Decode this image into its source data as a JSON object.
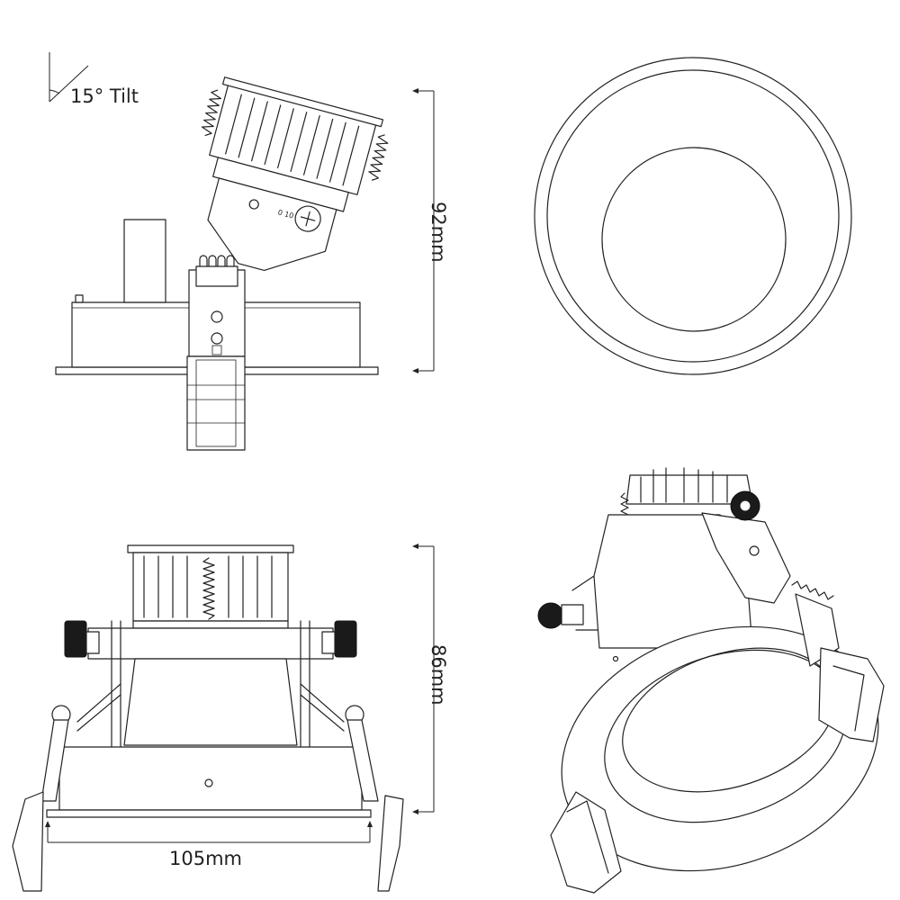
{
  "annotations": {
    "tilt": "15° Tilt",
    "height_side": "92mm",
    "height_front": "86mm",
    "width_front": "105mm"
  }
}
